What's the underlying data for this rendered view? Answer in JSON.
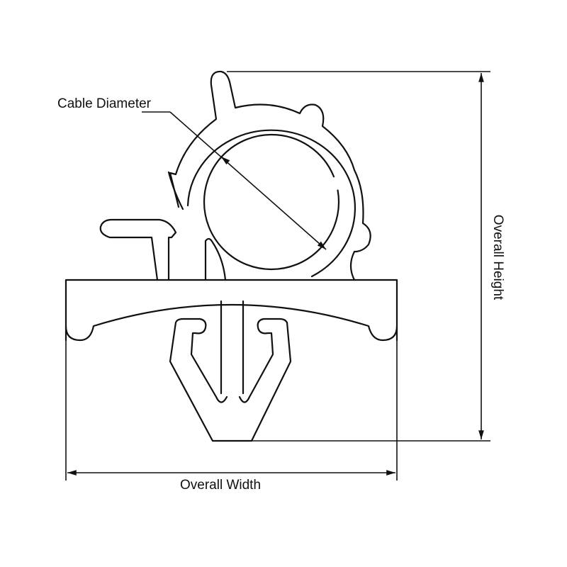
{
  "labels": {
    "cable_diameter": "Cable Diameter",
    "overall_height": "Overall Height",
    "overall_width": "Overall Width"
  },
  "colors": {
    "line": "#111111",
    "background": "#ffffff"
  }
}
